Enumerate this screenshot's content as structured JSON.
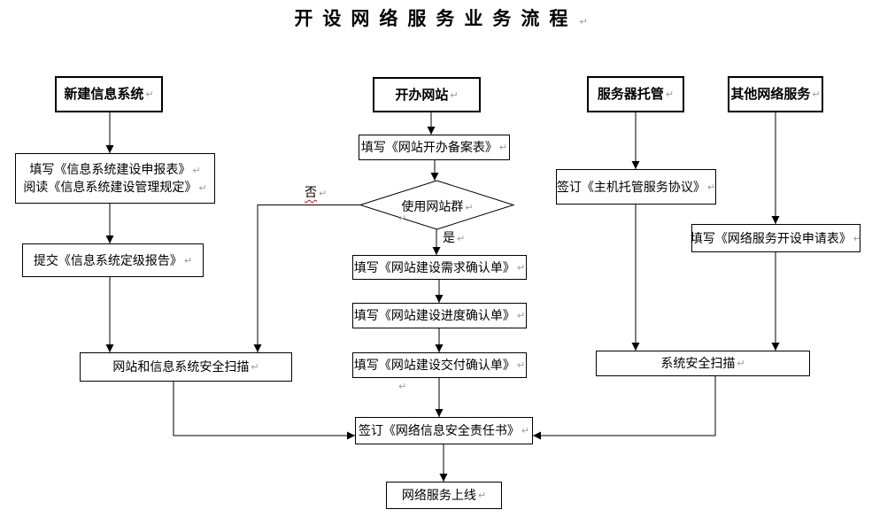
{
  "title": {
    "text": "开设网络服务业务流程"
  },
  "marks": {
    "pilcrow": "↵"
  },
  "nodes": {
    "new_info_system": {
      "label": "新建信息系统"
    },
    "open_website": {
      "label": "开办网站"
    },
    "server_hosting": {
      "label": "服务器托管"
    },
    "other_network_services": {
      "label": "其他网络服务"
    },
    "fill_apply_read": {
      "line1": "填写《信息系统建设申报表》",
      "line2": "阅读《信息系统建设管理规定》"
    },
    "submit_grading_report": {
      "label": "提交《信息系统定级报告》"
    },
    "fill_website_record": {
      "label": "填写《网站开办备案表》"
    },
    "decision_use_website_group": {
      "label": "使用网站群",
      "yes": "是",
      "no": "否"
    },
    "fill_requirement_confirm": {
      "label": "填写《网站建设需求确认单》"
    },
    "fill_progress_confirm": {
      "label": "填写《网站建设进度确认单》"
    },
    "fill_delivery_confirm": {
      "label": "填写《网站建设交付确认单》"
    },
    "website_info_system_scan": {
      "label": "网站和信息系统安全扫描"
    },
    "sign_hosting_agreement": {
      "label": "签订《主机托管服务协议》"
    },
    "fill_network_service_apply": {
      "label": "填写《网络服务开设申请表》"
    },
    "system_security_scan": {
      "label": "系统安全扫描"
    },
    "sign_security_responsibility": {
      "label": "签订《网络信息安全责任书》"
    },
    "network_service_online": {
      "label": "网络服务上线"
    }
  },
  "colors": {
    "line": "#000000",
    "box_background": "#ffffff",
    "text": "#000000",
    "paragraph_mark": "#9a9a9a",
    "spellcheck_underline": "#ff0000"
  }
}
